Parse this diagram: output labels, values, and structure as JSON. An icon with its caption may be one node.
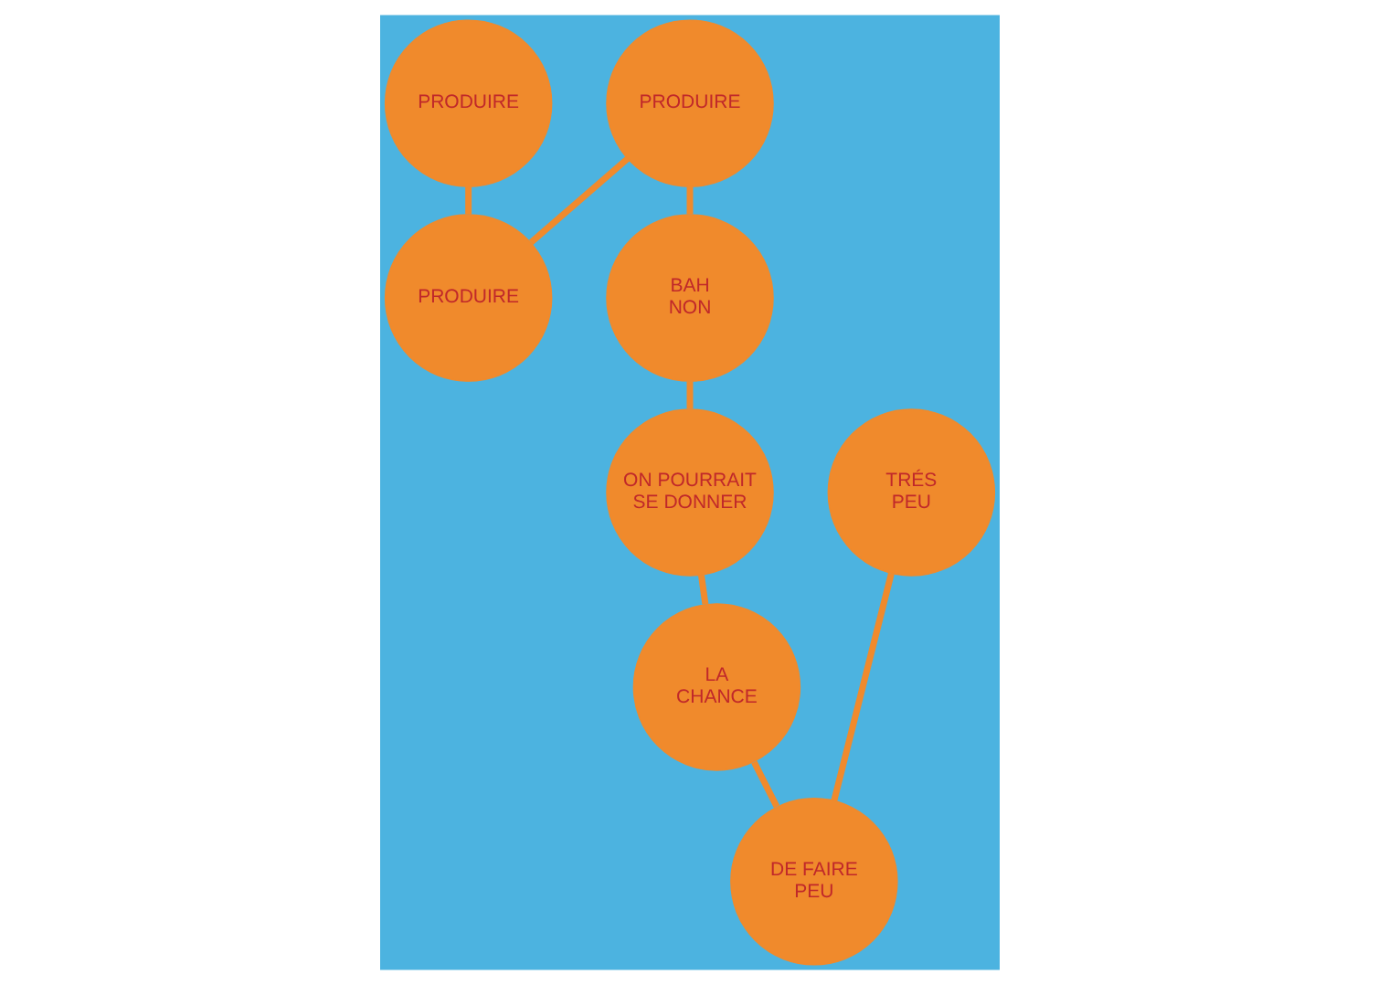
{
  "diagram": {
    "nodes": [
      {
        "text": [
          "PRODUIRE"
        ]
      },
      {
        "text": [
          "PRODUIRE"
        ]
      },
      {
        "text": [
          "PRODUIRE"
        ]
      },
      {
        "text": [
          "BAH NON"
        ]
      },
      {
        "text": [
          "ON POURRAIT SE DONNER"
        ]
      },
      {
        "text": [
          "LA CHANCE"
        ]
      },
      {
        "text": [
          "DE FAIRE PEU"
        ]
      },
      {
        "text": [
          "TRÉS PEU"
        ]
      }
    ],
    "edges": [
      {
        "from": 0,
        "to": 1,
        "arrow": "none"
      },
      {
        "from": 1,
        "to": 2,
        "arrow": "none"
      },
      {
        "from": 2,
        "to": 3,
        "arrow": "none"
      },
      {
        "from": 3,
        "to": 4,
        "arrow": "none"
      },
      {
        "from": 4,
        "to": 5,
        "arrow": "none"
      },
      {
        "from": 5,
        "to": 6,
        "arrow": "none"
      },
      {
        "from": 6,
        "to": 7,
        "arrow": "none"
      }
    ]
  }
}
